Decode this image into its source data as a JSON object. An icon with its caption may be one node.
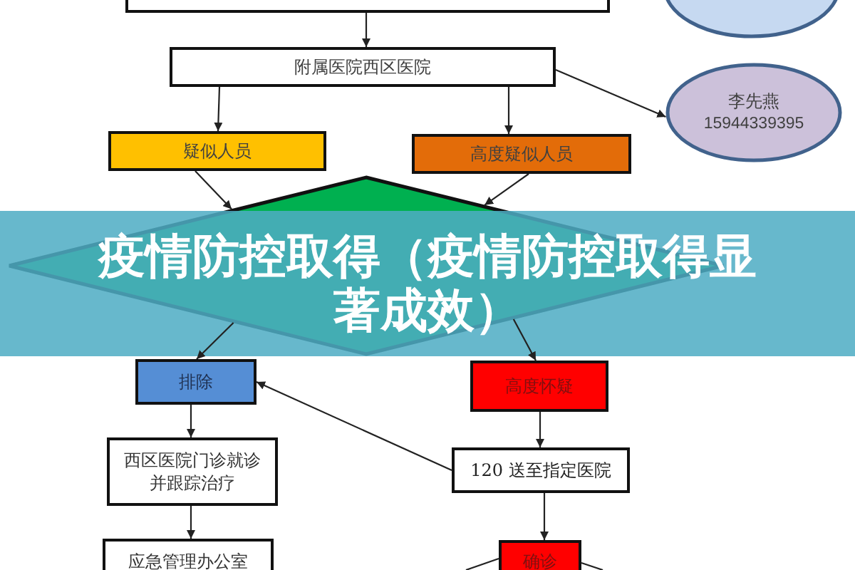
{
  "diagram": {
    "title": "疫情防控取得（疫情防控取得显著成效）",
    "nodes": [
      {
        "text": [],
        "shape": "box"
      },
      {
        "text": [],
        "shape": "ellipse"
      },
      {
        "text": [
          "附属医院西区医院"
        ]
      },
      {
        "text": [
          "李先燕",
          "15944339395"
        ]
      },
      {
        "text": [
          "疑似人员"
        ]
      },
      {
        "text": [
          "高度疑似人员"
        ]
      },
      {
        "text": [],
        "shape": "diamond"
      },
      {
        "text": [
          "排除"
        ]
      },
      {
        "text": [
          "高度怀疑"
        ]
      },
      {
        "text": [
          "西区医院门诊就诊并跟踪治疗"
        ]
      },
      {
        "text": [
          "120 送至指定医院"
        ]
      },
      {
        "text": [
          "应急管理办公室"
        ]
      },
      {
        "text": [
          "确诊"
        ]
      }
    ],
    "edges": [
      {
        "from": 0,
        "to": 2,
        "arrow": "to"
      },
      {
        "from": 2,
        "to": 3,
        "arrow": "to"
      },
      {
        "from": 2,
        "to": 4,
        "arrow": "to"
      },
      {
        "from": 2,
        "to": 5,
        "arrow": "to"
      },
      {
        "from": 4,
        "to": 6,
        "arrow": "to"
      },
      {
        "from": 5,
        "to": 6,
        "arrow": "to"
      },
      {
        "from": 6,
        "to": 7,
        "arrow": "to"
      },
      {
        "from": 6,
        "to": 8,
        "arrow": "to"
      },
      {
        "from": 7,
        "to": 9,
        "arrow": "to"
      },
      {
        "from": 8,
        "to": 10,
        "arrow": "to"
      },
      {
        "from": 10,
        "to": 7,
        "arrow": "to"
      },
      {
        "from": 9,
        "to": 11,
        "arrow": "to"
      },
      {
        "from": 10,
        "to": 12,
        "arrow": "to"
      },
      {
        "from": 12,
        "to": null,
        "arrow": "none"
      },
      {
        "from": 12,
        "to": null,
        "arrow": "none"
      }
    ]
  }
}
